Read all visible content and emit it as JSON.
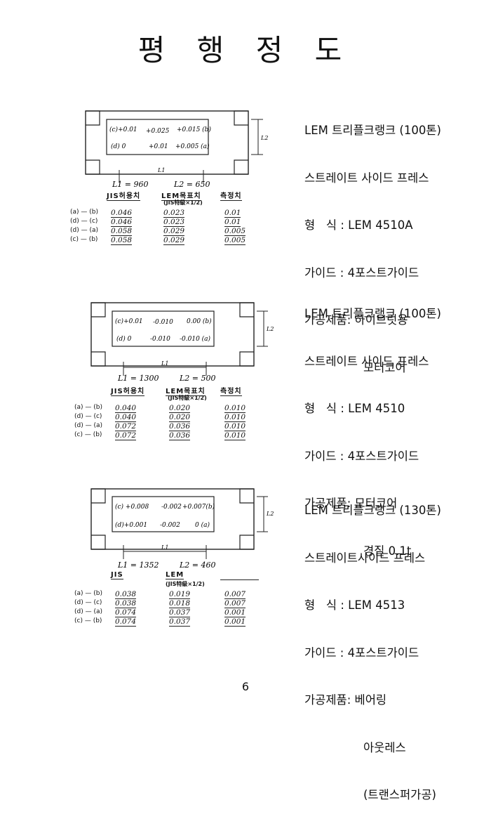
{
  "page": {
    "title": "평 행 정 도",
    "page_number": "6"
  },
  "presses": [
    {
      "spec": [
        "LEM 트리플크랭크 (100톤)",
        "스트레이트 사이드 프레스",
        "형   식 : LEM 4510A",
        "가이드 : 4포스트가이드",
        "가공제품: 하이브릿용",
        "모터코어"
      ],
      "diagram": {
        "c_label": "(c)+0.01",
        "top_mid": "+0.025",
        "top_right": "+0.015 (b)",
        "d_label": "(d) 0",
        "bot_mid": "+0.01",
        "bot_right": "+0.005 (a)",
        "l1_mark": "L1",
        "l2_mark": "L2",
        "l1_value": "L1 = 960",
        "l2_value": "L2 = 650"
      },
      "table": {
        "headers": [
          "JIS허용치",
          "LEM목표치",
          "측정치"
        ],
        "sub": "(JIS特級×1/2)",
        "rows": [
          {
            "pair": "(a) — (b)",
            "jis": "0.046",
            "lem": "0.023",
            "meas": "0.01"
          },
          {
            "pair": "(d) — (c)",
            "jis": "0.046",
            "lem": "0.023",
            "meas": "0.01"
          },
          {
            "pair": "(d) — (a)",
            "jis": "0.058",
            "lem": "0.029",
            "meas": "0.005"
          },
          {
            "pair": "(c) — (b)",
            "jis": "0.058",
            "lem": "0.029",
            "meas": "0.005"
          }
        ]
      }
    },
    {
      "spec": [
        "LEM 트리플크랭크 (100톤)",
        "스트레이트 사이드 프레스",
        "형   식 : LEM 4510",
        "가이드 : 4포스트가이드",
        "가공제품: 모터코어",
        "경질 0.1t"
      ],
      "diagram": {
        "c_label": "(c)+0.01",
        "top_mid": "-0.010",
        "top_right": "0.00 (b)",
        "d_label": "(d) 0",
        "bot_mid": "-0.010",
        "bot_right": "-0.010 (a)",
        "l1_mark": "L1",
        "l2_mark": "L2",
        "l1_value": "L1 = 1300",
        "l2_value": "L2 = 500"
      },
      "table": {
        "headers": [
          "JIS허용치",
          "LEM목표치",
          "측정치"
        ],
        "sub": "(JIS特級×1/2)",
        "rows": [
          {
            "pair": "(a) — (b)",
            "jis": "0.040",
            "lem": "0.020",
            "meas": "0.010"
          },
          {
            "pair": "(d) — (c)",
            "jis": "0.040",
            "lem": "0.020",
            "meas": "0.010"
          },
          {
            "pair": "(d) — (a)",
            "jis": "0.072",
            "lem": "0.036",
            "meas": "0.010"
          },
          {
            "pair": "(c) — (b)",
            "jis": "0.072",
            "lem": "0.036",
            "meas": "0.010"
          }
        ]
      }
    },
    {
      "spec": [
        "LEM 트리플크랭크 (130톤)",
        "스트레이트사이드 프레스",
        "형   식 : LEM 4513",
        "가이드 : 4포스트가이드",
        "가공제품: 베어링",
        "아웃레스",
        "(트랜스퍼가공)"
      ],
      "diagram": {
        "c_label": "(c) +0.008",
        "top_mid": "-0.002",
        "top_right": "+0.007(b)",
        "d_label": "(d)+0.001",
        "bot_mid": "-0.002",
        "bot_right": "0 (a)",
        "l1_mark": "L1",
        "l2_mark": "L2",
        "l1_value": "L1 = 1352",
        "l2_value": "L2 = 460"
      },
      "table": {
        "headers": [
          "JIS",
          "LEM",
          ""
        ],
        "sub": "(JIS特級×1/2)",
        "rows": [
          {
            "pair": "(a) — (b)",
            "jis": "0.038",
            "lem": "0.019",
            "meas": "0.007"
          },
          {
            "pair": "(d) — (c)",
            "jis": "0.038",
            "lem": "0.018",
            "meas": "0.007"
          },
          {
            "pair": "(d) — (a)",
            "jis": "0.074",
            "lem": "0.037",
            "meas": "0.001"
          },
          {
            "pair": "(c) — (b)",
            "jis": "0.074",
            "lem": "0.037",
            "meas": "0.001"
          }
        ]
      }
    }
  ]
}
